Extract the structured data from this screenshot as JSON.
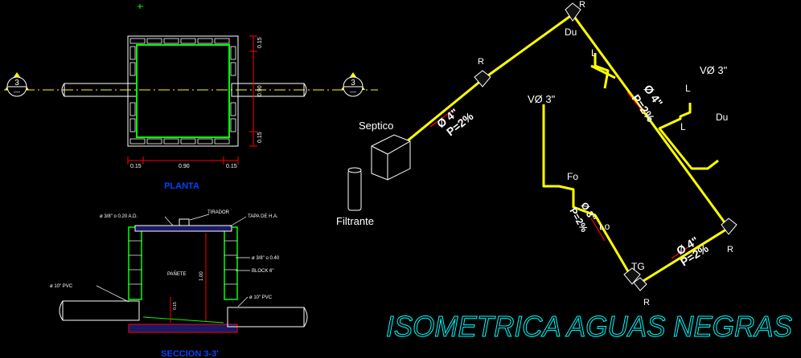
{
  "plan": {
    "title": "PLANTA",
    "dim_left": "0.15",
    "dim_mid": "0.90",
    "dim_right": "0.15",
    "dim_v_top": "0.15",
    "dim_v_mid": "0.90",
    "dim_v_bot": "0.15",
    "marker_left_num": "3",
    "marker_left_sub": "—",
    "marker_right_num": "3",
    "marker_right_sub": "—"
  },
  "section": {
    "title": "SECCION 3-3'",
    "label_rebar_top": "ø 3/8\" o 0.20 A.D.",
    "label_handle": "TIRADOR",
    "label_cover": "TAPA DE H.A.",
    "label_rebar_side": "ø 3/8\" o 0.40",
    "label_block": "BLOCK 6\"",
    "label_pipe_left": "ø 10\" PVC",
    "label_pipe_right": "ø 10\" PVC",
    "label_plaster": "PAÑETE",
    "label_height": "1.00",
    "label_small": "0.15"
  },
  "iso": {
    "title": "ISOMETRICA AGUAS NEGRAS",
    "septic": "Septico",
    "filter": "Filtrante",
    "vent_left": "VØ 3\"",
    "vent_right": "VØ 3\"",
    "pipe_main_diam": "Ø 4\"",
    "pipe_main_slope": "P=2%",
    "pipe_right_diam": "Ø 4\"",
    "pipe_right_slope": "P=2%",
    "pipe_bottom_diam": "Ø 4\"",
    "pipe_bottom_slope": "P=2%",
    "pipe_branch_diam": "Ø 3\"",
    "pipe_branch_slope": "P=2%",
    "r_top": "R",
    "r_left": "R",
    "r_right": "R",
    "r_bottom": "R",
    "du_top": "Du",
    "du_right": "Du",
    "l_1": "L",
    "l_2": "L",
    "l_3": "L",
    "fo": "Fo",
    "lo": "Lo",
    "tg": "TG"
  },
  "colors": {
    "pipe": "#ffff00",
    "wall": "#00ff00",
    "text": "#ffffff",
    "accent": "#00ffff",
    "dim": "#ff0000",
    "title_blue": "#0044ff"
  }
}
